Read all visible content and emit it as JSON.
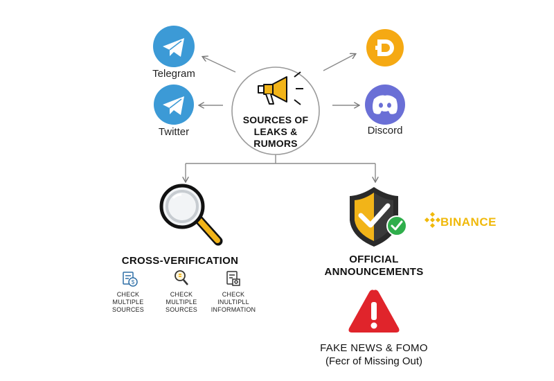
{
  "center": {
    "title": "SOURCES OF\nLEAKS &\nRUMORS",
    "icon": "megaphone-icon"
  },
  "sources": {
    "telegram": {
      "label": "Telegram",
      "icon": "telegram-icon",
      "color": "#3c9ad6"
    },
    "twitter": {
      "label": "Twitter",
      "icon": "telegram-icon",
      "color": "#3c9ad6"
    },
    "dextools": {
      "label": "",
      "icon": "d-logo-icon",
      "color": "#f5a913"
    },
    "discord": {
      "label": "Discord",
      "icon": "discord-icon",
      "color": "#6a6fd6"
    }
  },
  "cross_verification": {
    "heading": "CROSS-VERIFICATION",
    "icon": "magnifying-glass-icon",
    "items": [
      {
        "line1": "CHECK",
        "line2": "MULTIPLE",
        "line3": "SOURCES",
        "icon": "document-dollar-icon"
      },
      {
        "line1": "CHECK",
        "line2": "MULTIPLE",
        "line3": "SOURCES",
        "icon": "search-icon"
      },
      {
        "line1": "CHECK",
        "line2": "INULTIPLL",
        "line3": "INFORMATION",
        "icon": "document-id-icon"
      }
    ]
  },
  "official": {
    "heading_line1": "OFFICIAL",
    "heading_line2": "ANNOUNCEMENTS",
    "icon": "shield-check-icon",
    "brand": "BINANCE",
    "brand_color": "#f0b90b"
  },
  "warning": {
    "line1": "FAKE NEWS & FOMO",
    "line2": "(Fecr of Missing Out)",
    "icon": "warning-triangle-icon",
    "color": "#e0242b"
  }
}
